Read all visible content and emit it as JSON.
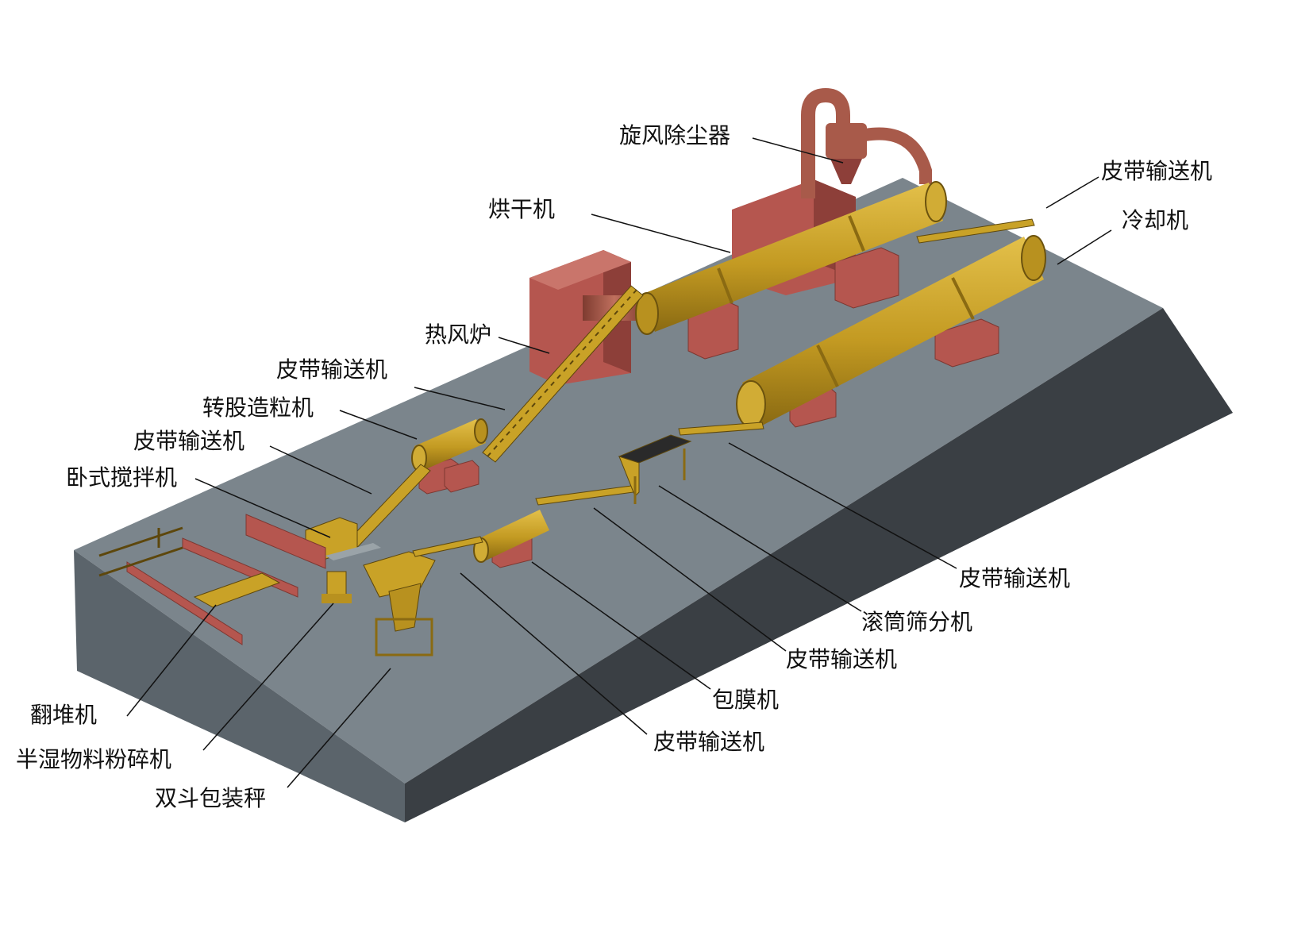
{
  "diagram": {
    "labels": {
      "cyclone": "旋风除尘器",
      "conveyor_top": "皮带输送机",
      "dryer": "烘干机",
      "cooler": "冷却机",
      "hot_air_furnace": "热风炉",
      "conveyor_dryer_feed": "皮带输送机",
      "granulator": "转股造粒机",
      "conveyor_granulator_feed": "皮带输送机",
      "mixer": "卧式搅拌机",
      "conveyor_screen_feed": "皮带输送机",
      "screener": "滚筒筛分机",
      "conveyor_coating_feed": "皮带输送机",
      "coating": "包膜机",
      "conveyor_packing_feed": "皮带输送机",
      "turner": "翻堆机",
      "crusher": "半湿物料粉碎机",
      "packing_scale": "双斗包装秤"
    },
    "colors": {
      "platform_top": "#7b858c",
      "platform_front": "#5b646b",
      "platform_side": "#3a3f44",
      "machine_yellow": "#c9a227",
      "brick_red": "#b5564f",
      "duct_red": "#a85a4a",
      "leader_line": "#111111"
    }
  }
}
